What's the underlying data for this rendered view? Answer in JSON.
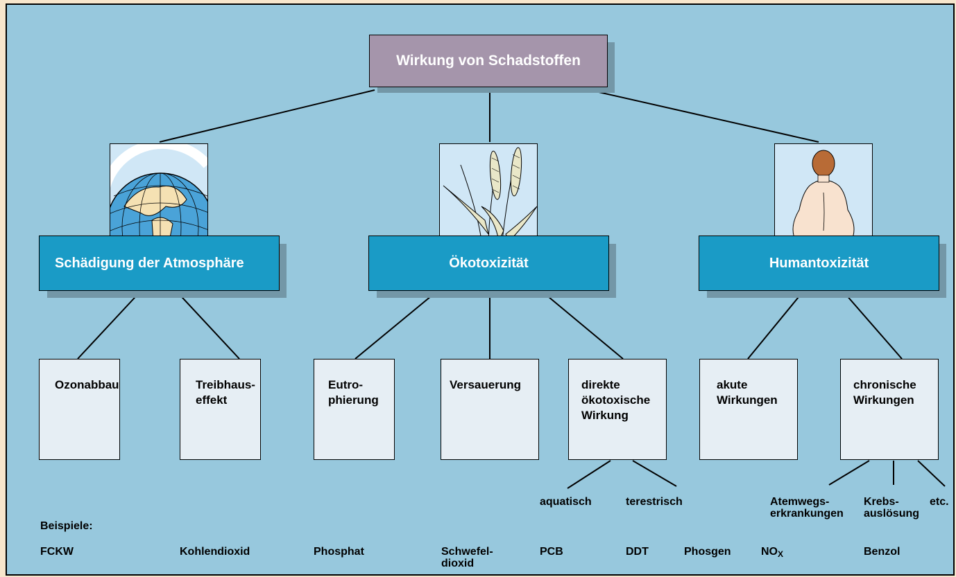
{
  "root": {
    "label": "Wirkung von Schadstoffen"
  },
  "categories": [
    {
      "label": "Schädigung der Atmosphäre",
      "image": "globe-illustration"
    },
    {
      "label": "Ökotoxizität",
      "image": "wheat-illustration"
    },
    {
      "label": "Humantoxizität",
      "image": "human-figure-illustration"
    }
  ],
  "effects": [
    {
      "label": "Ozonabbau"
    },
    {
      "label": "Treibhaus-\neffekt"
    },
    {
      "label": "Eutro-\nphierung"
    },
    {
      "label": "Versauerung"
    },
    {
      "label": "direkte\nökotoxische\nWirkung"
    },
    {
      "label": "akute\nWirkungen"
    },
    {
      "label": "chronische\nWirkungen"
    }
  ],
  "sub_effects": {
    "ecotox": [
      "aquatisch",
      "terestrisch"
    ],
    "chronic": [
      "Atemwegs-\nerkrankungen",
      "Krebs-\nauslösung",
      "etc."
    ]
  },
  "examples": {
    "heading": "Beispiele:",
    "items": [
      "FCKW",
      "Kohlendioxid",
      "Phosphat",
      "Schwefel-\ndioxid",
      "PCB",
      "DDT",
      "Phosgen",
      "NO",
      "Benzol"
    ],
    "nox_subscript": "X"
  },
  "colors": {
    "background": "#97c8dd",
    "root": "#a595ab",
    "category": "#1a9bc6",
    "leaf": "#e6eef4",
    "shadow": "#7397a7",
    "page": "#f7e6cc"
  }
}
